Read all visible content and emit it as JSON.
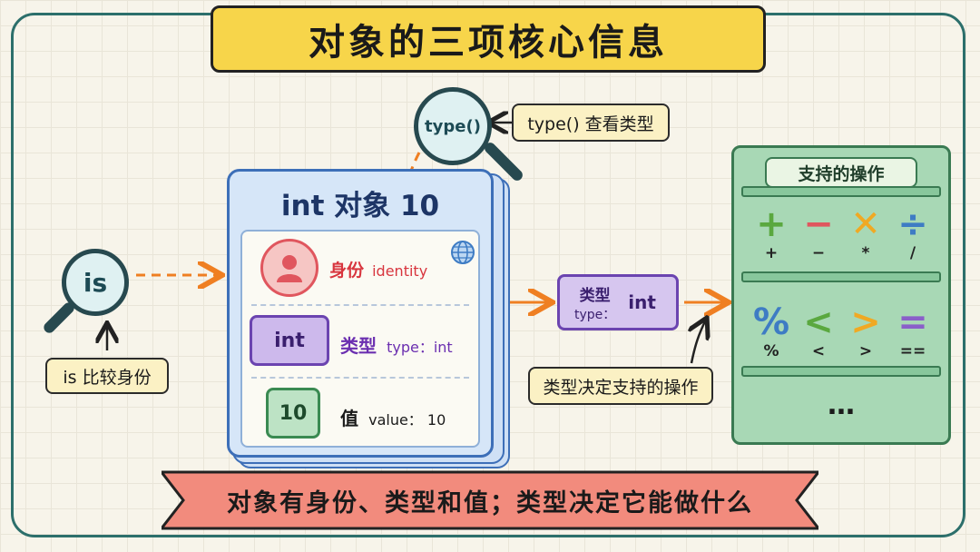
{
  "title": "对象的三项核心信息",
  "is_lens": {
    "label": "is"
  },
  "is_note": "is 比较身份",
  "type_lens": {
    "label": "type()"
  },
  "type_note": "type() 查看类型",
  "card": {
    "title": "int 对象 10",
    "identity": {
      "label": "身份",
      "sub": "identity"
    },
    "type": {
      "chip": "int",
      "label": "类型",
      "sub": "type：int"
    },
    "value": {
      "chip": "10",
      "label": "值",
      "sub": "value：  10"
    }
  },
  "type_tag": {
    "label": "类型",
    "sub": "type：",
    "value": "int"
  },
  "decides_note": "类型决定支持的操作",
  "ops": {
    "title": "支持的操作",
    "row1": [
      {
        "icon": "plus-icon",
        "symbol": "+",
        "label": "+",
        "color": "#5aa83f"
      },
      {
        "icon": "minus-icon",
        "symbol": "−",
        "label": "−",
        "color": "#e0565e"
      },
      {
        "icon": "times-icon",
        "symbol": "✕",
        "label": "*",
        "color": "#f0a923"
      },
      {
        "icon": "divide-icon",
        "symbol": "÷",
        "label": "/",
        "color": "#3e7cc4"
      }
    ],
    "row2": [
      {
        "icon": "percent-icon",
        "symbol": "%",
        "label": "%",
        "color": "#3e7cc4"
      },
      {
        "icon": "less-than-icon",
        "symbol": "<",
        "label": "<",
        "color": "#5aa83f"
      },
      {
        "icon": "greater-than-icon",
        "symbol": ">",
        "label": ">",
        "color": "#f0a923"
      },
      {
        "icon": "equals-icon",
        "symbol": "=",
        "label": "==",
        "color": "#8a5fc9"
      }
    ],
    "more": "…"
  },
  "bottom_banner": "对象有身份、类型和值；类型决定它能做什么"
}
